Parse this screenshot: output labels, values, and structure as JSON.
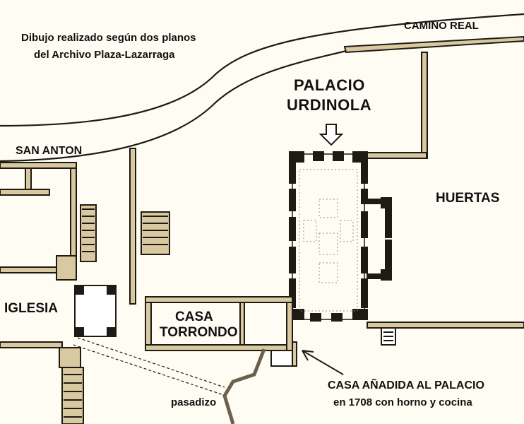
{
  "caption": {
    "line1": "Dibujo realizado según dos planos",
    "line2": "del Archivo Plaza-Lazarraga"
  },
  "labels": {
    "camino_real": "CAMINO REAL",
    "palacio_line1": "PALACIO",
    "palacio_line2": "URDINOLA",
    "san_anton": "SAN ANTON",
    "huertas": "HUERTAS",
    "iglesia": "IGLESIA",
    "casa_line1": "CASA",
    "casa_line2": "TORRONDO",
    "pasadizo": "pasadizo",
    "added_line1": "CASA AÑADIDA  AL PALACIO",
    "added_line2": "en 1708 con horno y cocina"
  },
  "colors": {
    "paper": "#fffdf3",
    "ink": "#1e1a14",
    "wall_fill": "#d9c9a0"
  }
}
